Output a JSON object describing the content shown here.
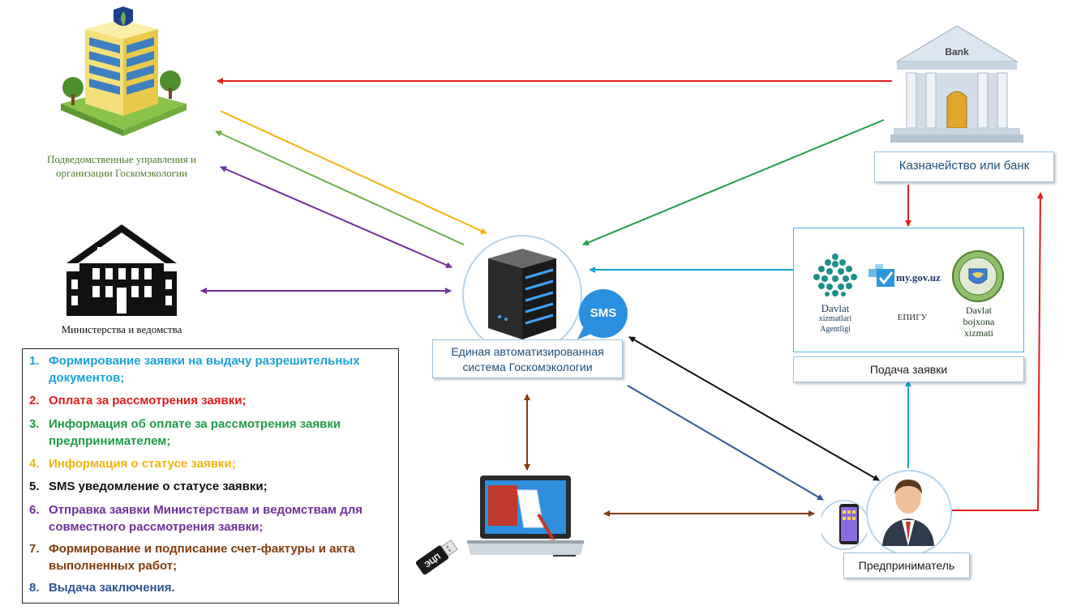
{
  "nodes": {
    "subordinate": {
      "caption": "Подведомственные управления и организации Госкомэкологии"
    },
    "ministries": {
      "caption": "Министерства и ведомства"
    },
    "system": {
      "caption": "Единая автоматизированная система Госкомэкологии",
      "sms_label": "SMS"
    },
    "bank": {
      "sign": "Bank",
      "caption": "Казначейство или банк"
    },
    "portals": {
      "caption": "Подача заявки",
      "davlat_xizmatlari": {
        "line1": "Davlat",
        "line2": "xizmatlari",
        "line3": "Agentligi"
      },
      "mygov": {
        "label": "my.gov.uz",
        "sublabel": "ЕПИГУ"
      },
      "bojxona": {
        "line1": "Davlat",
        "line2": "bojxona",
        "line3": "xizmati"
      }
    },
    "entrepreneur": {
      "caption": "Предприниматель"
    },
    "laptop": {
      "usb_label": "ЭЦП"
    }
  },
  "legend": {
    "items": [
      {
        "num": "1.",
        "text": "Формирование заявки на выдачу разрешительных документов;",
        "color": "#1aa3db"
      },
      {
        "num": "2.",
        "text": "Оплата за рассмотрения заявки;",
        "color": "#e31c1c"
      },
      {
        "num": "3.",
        "text": "Информация об оплате за рассмотрения заявки предпринимателем;",
        "color": "#1e9e48"
      },
      {
        "num": "4.",
        "text": "Информация о статусе заявки;",
        "color": "#f2b40c"
      },
      {
        "num": "5.",
        "text": "SMS уведомление о статусе заявки;",
        "color": "#111111"
      },
      {
        "num": "6.",
        "text": "Отправка заявки Министерствам и ведомствам для совместного рассмотрения заявки;",
        "color": "#7030a0"
      },
      {
        "num": "7.",
        "text": "Формирование и подписание счет-фактуры и акта выполненных работ;",
        "color": "#843c0c"
      },
      {
        "num": "8.",
        "text": "Выдача заключения.",
        "color": "#2f5597"
      }
    ]
  },
  "colors": {
    "app_blue": "#1aa3db",
    "payment_red": "#e31c1c",
    "payment_info_green": "#1e9e48",
    "status_yellow": "#f2b40c",
    "sms_black": "#111111",
    "ministry_purple": "#7030a0",
    "invoice_brown": "#843c0c",
    "conclusion_navy": "#2f5597",
    "subordinate_arrow_green": "#70ad47"
  }
}
